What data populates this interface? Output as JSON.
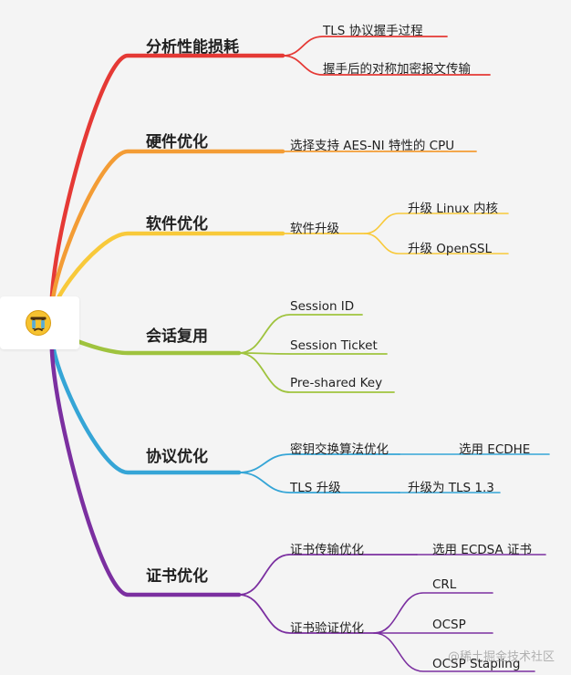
{
  "branches": [
    {
      "label": "分析性能损耗",
      "color": "#e53935",
      "children": [
        {
          "label": "TLS 协议握手过程",
          "children": []
        },
        {
          "label": "握手后的对称加密报文传输",
          "children": []
        }
      ]
    },
    {
      "label": "硬件优化",
      "color": "#f39c35",
      "children": [
        {
          "label": "选择支持 AES-NI 特性的 CPU",
          "children": []
        }
      ]
    },
    {
      "label": "软件优化",
      "color": "#f8c93a",
      "children": [
        {
          "label": "软件升级",
          "children": [
            {
              "label": "升级 Linux 内核"
            },
            {
              "label": "升级 OpenSSL"
            }
          ]
        }
      ]
    },
    {
      "label": "会话复用",
      "color": "#9fc33e",
      "children": [
        {
          "label": "Session ID",
          "children": []
        },
        {
          "label": "Session Ticket",
          "children": []
        },
        {
          "label": "Pre-shared Key",
          "children": []
        }
      ]
    },
    {
      "label": "协议优化",
      "color": "#35a5d6",
      "children": [
        {
          "label": "密钥交换算法优化",
          "children": [
            {
              "label": "选用 ECDHE"
            }
          ]
        },
        {
          "label": "TLS 升级",
          "children": [
            {
              "label": "升级为 TLS 1.3"
            }
          ]
        }
      ]
    },
    {
      "label": "证书优化",
      "color": "#7b2fa0",
      "children": [
        {
          "label": "证书传输优化",
          "children": [
            {
              "label": "选用 ECDSA 证书"
            }
          ]
        },
        {
          "label": "证书验证优化",
          "children": [
            {
              "label": "CRL"
            },
            {
              "label": "OCSP"
            },
            {
              "label": "OCSP Stapling"
            }
          ]
        }
      ]
    }
  ],
  "watermark": "@稀土掘金技术社区",
  "icon": "tired-face-emoji-icon"
}
